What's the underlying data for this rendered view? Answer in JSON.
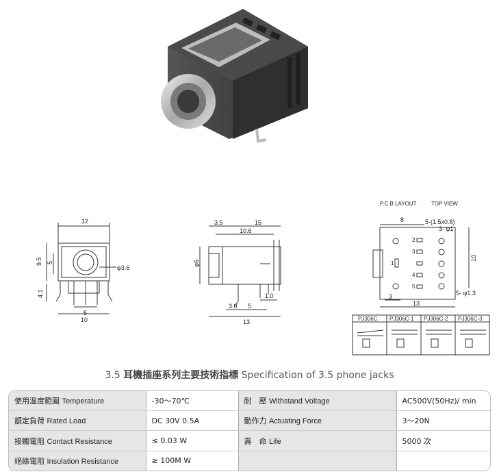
{
  "views": {
    "pcb_label": "P.C.B LAYOUT",
    "top_label": "TOP VIEW"
  },
  "front": {
    "dim_width": "12",
    "dim_h1": "9.5",
    "dim_h2": "5",
    "dim_h3": "4.1",
    "dim_bottom1": "5",
    "dim_bottom2": "10",
    "dim_phi": "φ3.6"
  },
  "side": {
    "dim_3_5": "3.5",
    "dim_15": "15",
    "dim_10_6": "10.6",
    "dim_phi6": "φ6",
    "dim_1_0": "1.0",
    "dim_3_0": "3.0",
    "dim_5": "5",
    "dim_13": "13"
  },
  "pcb": {
    "dim_8": "8",
    "dim_slot": "5-(1.5x0.8)",
    "dim_3phi": "3- φ1",
    "dim_10": "10",
    "dim_5phi": "5- φ1.3",
    "dim_3": "3",
    "dim_13": "13",
    "pins": [
      "1",
      "2",
      "3",
      "4",
      "5"
    ]
  },
  "models": [
    "PJ306C",
    "PJ306C-1",
    "PJ306C-2",
    "PJ306C-3"
  ],
  "caption": {
    "prefix": "3.5",
    "chinese": "耳機插座系列主要技術指標",
    "english": "Specification of 3.5 phone jacks"
  },
  "spec_rows": [
    {
      "k1_cn": "使用溫度範圍",
      "k1_en": "Temperature",
      "v1": "-30～70℃",
      "k2_cn": "耐　壓",
      "k2_en": "Withstand Voltage",
      "v2": "AC500V(50Hz)/ min"
    },
    {
      "k1_cn": "額定負荷",
      "k1_en": "Rated Load",
      "v1": "DC  30V  0.5A",
      "k2_cn": "動作力",
      "k2_en": "Actuating Force",
      "v2": "3～20N"
    },
    {
      "k1_cn": "接觸電阻",
      "k1_en": "Contact Resistance",
      "v1": "≤ 0.03 W",
      "k2_cn": "壽　命",
      "k2_en": "Life",
      "v2": "5000 次"
    },
    {
      "k1_cn": "絕緣電阻",
      "k1_en": "Insulation Resistance",
      "v1": "≥ 100M W",
      "k2_cn": "",
      "k2_en": "",
      "v2": ""
    }
  ],
  "colors": {
    "body": "#3b3b3b",
    "metal": "#c9c9c9",
    "table_key_bg": "#e6e6e6"
  }
}
